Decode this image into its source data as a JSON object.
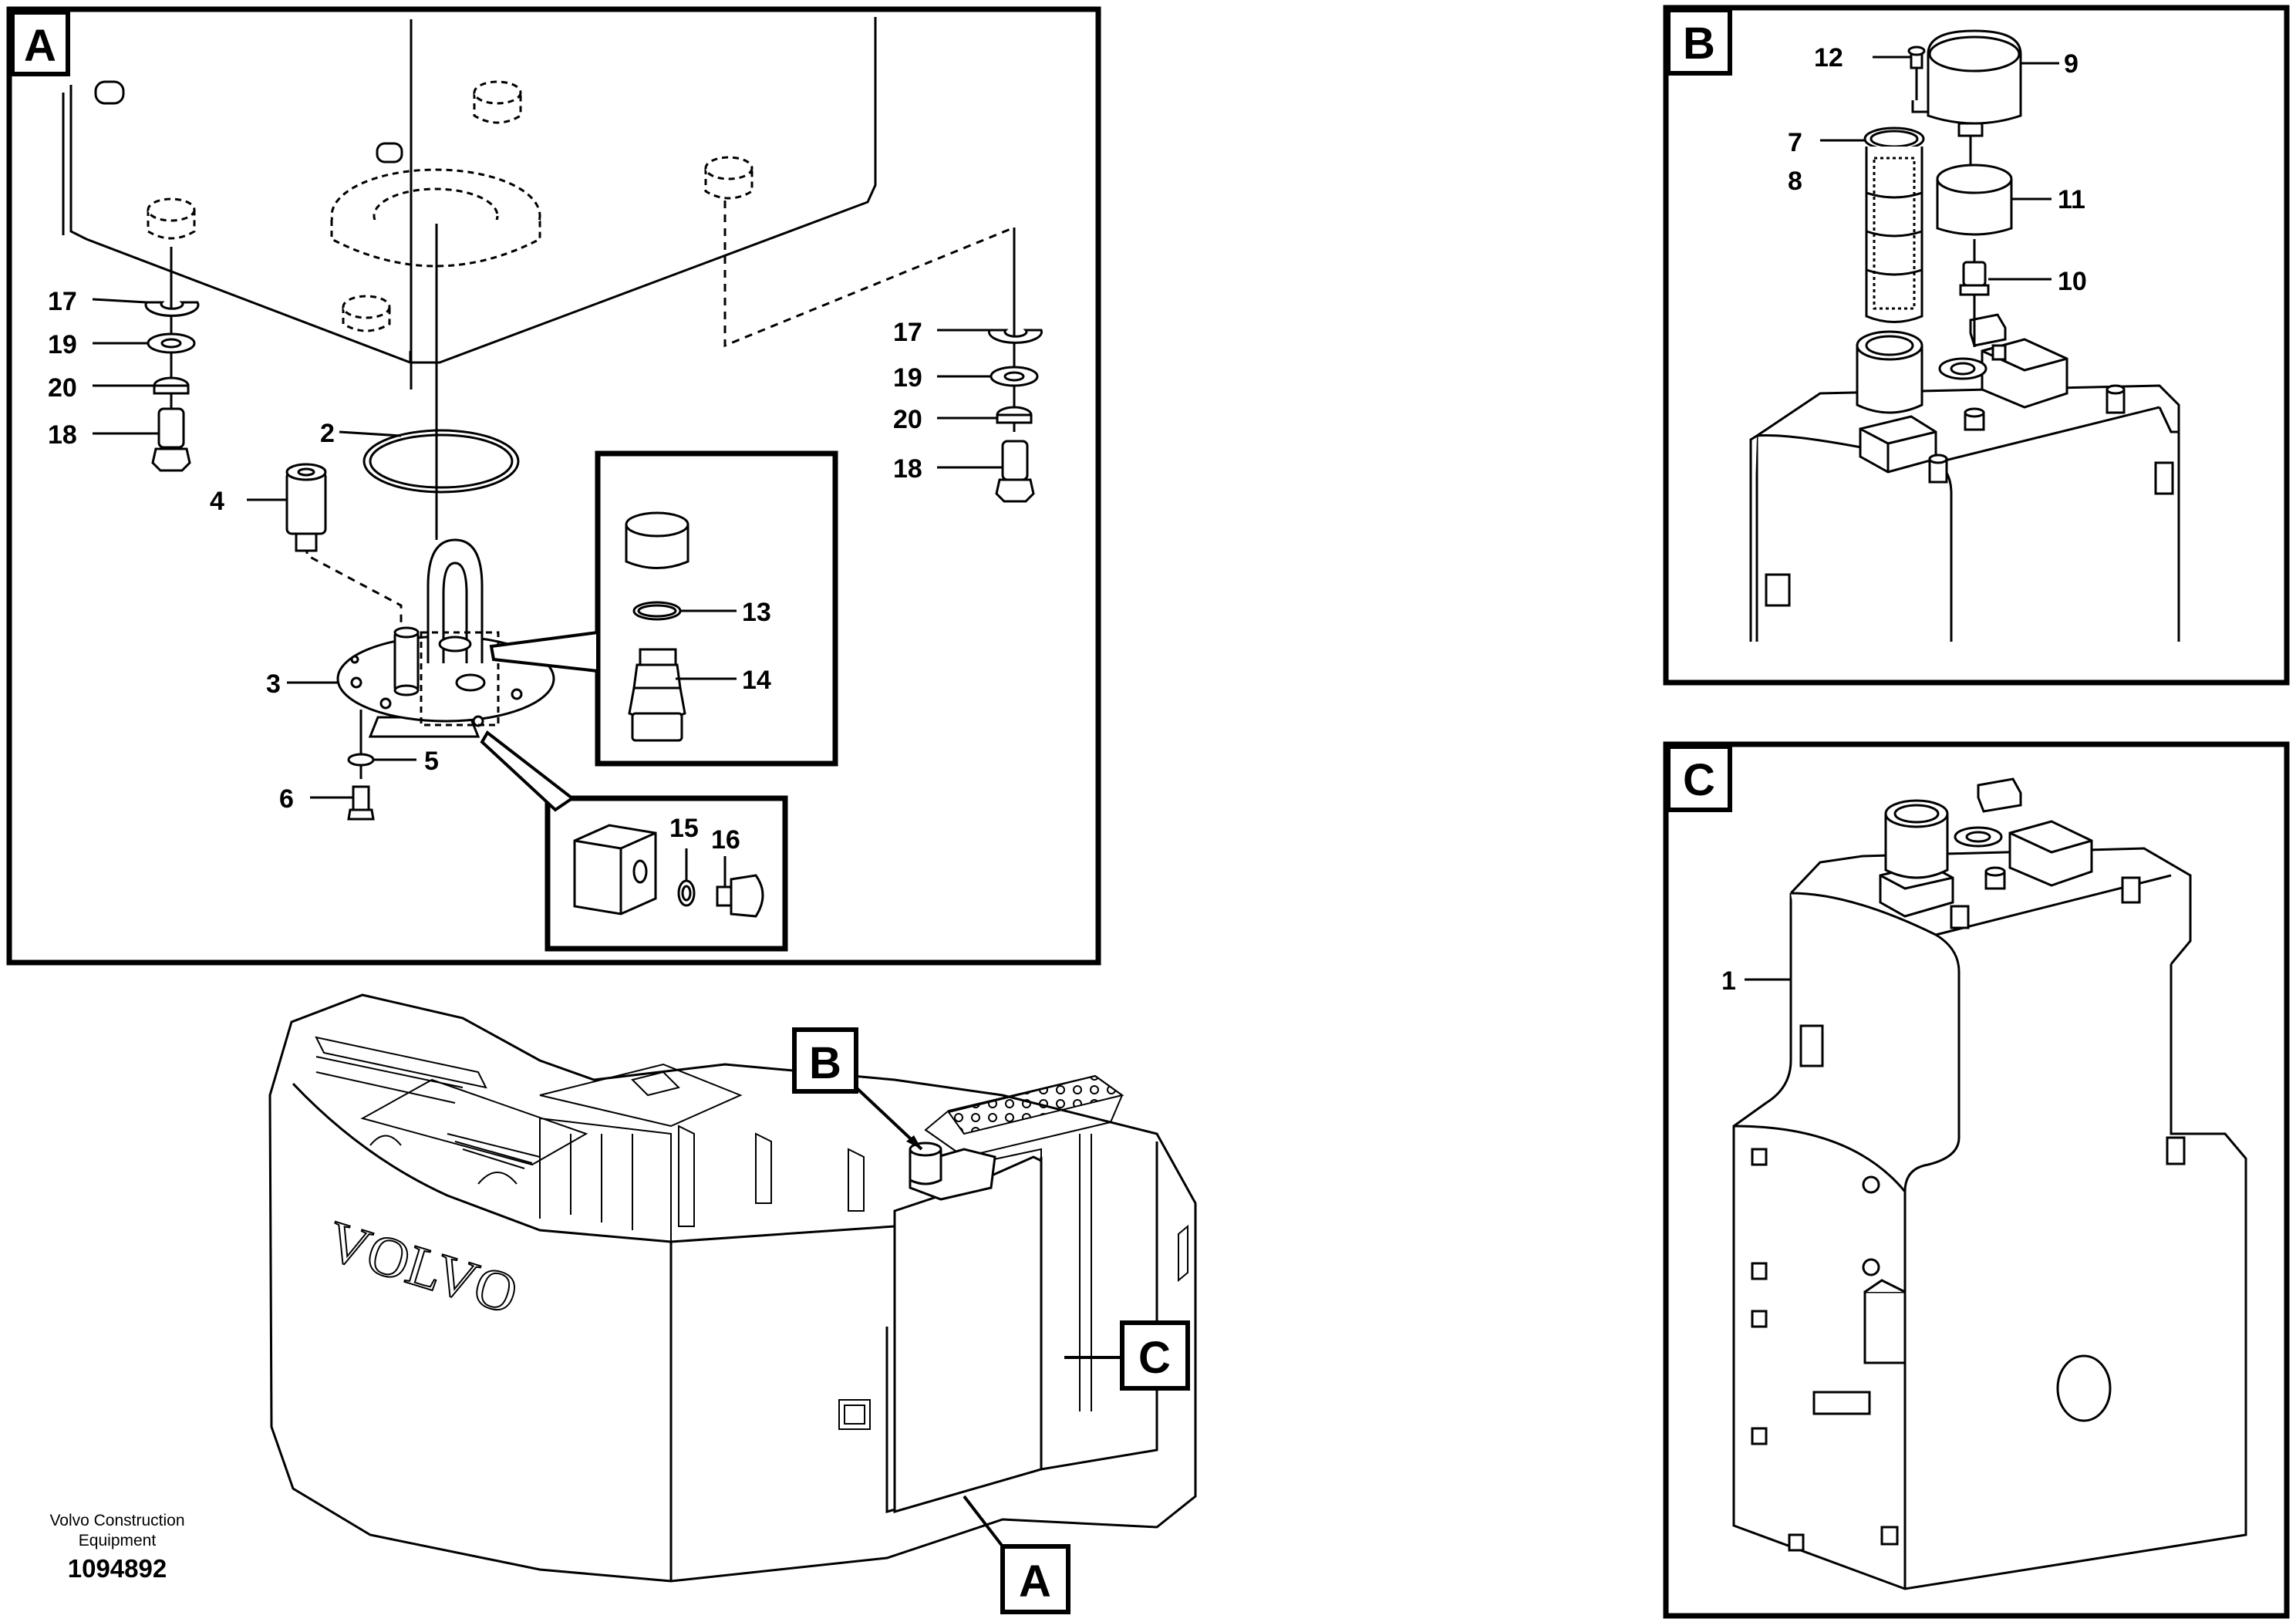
{
  "panels": {
    "A": {
      "label": "A"
    },
    "B": {
      "label": "B"
    },
    "C": {
      "label": "C"
    }
  },
  "overview_tags": {
    "A": "A",
    "B": "B",
    "C": "C"
  },
  "callouts": {
    "a_17_left": "17",
    "a_19_left": "19",
    "a_20_left": "20",
    "a_18_left": "18",
    "a_17_right": "17",
    "a_19_right": "19",
    "a_20_right": "20",
    "a_18_right": "18",
    "a_2": "2",
    "a_4": "4",
    "a_3": "3",
    "a_5": "5",
    "a_6": "6",
    "a_13": "13",
    "a_14": "14",
    "a_15": "15",
    "a_16": "16",
    "b_12": "12",
    "b_9": "9",
    "b_7": "7",
    "b_8": "8",
    "b_11": "11",
    "b_10": "10",
    "c_1": "1"
  },
  "brand_mark": "VOLVO",
  "footer": {
    "credit_line1": "Volvo Construction",
    "credit_line2": "Equipment",
    "document_number": "1094892"
  }
}
